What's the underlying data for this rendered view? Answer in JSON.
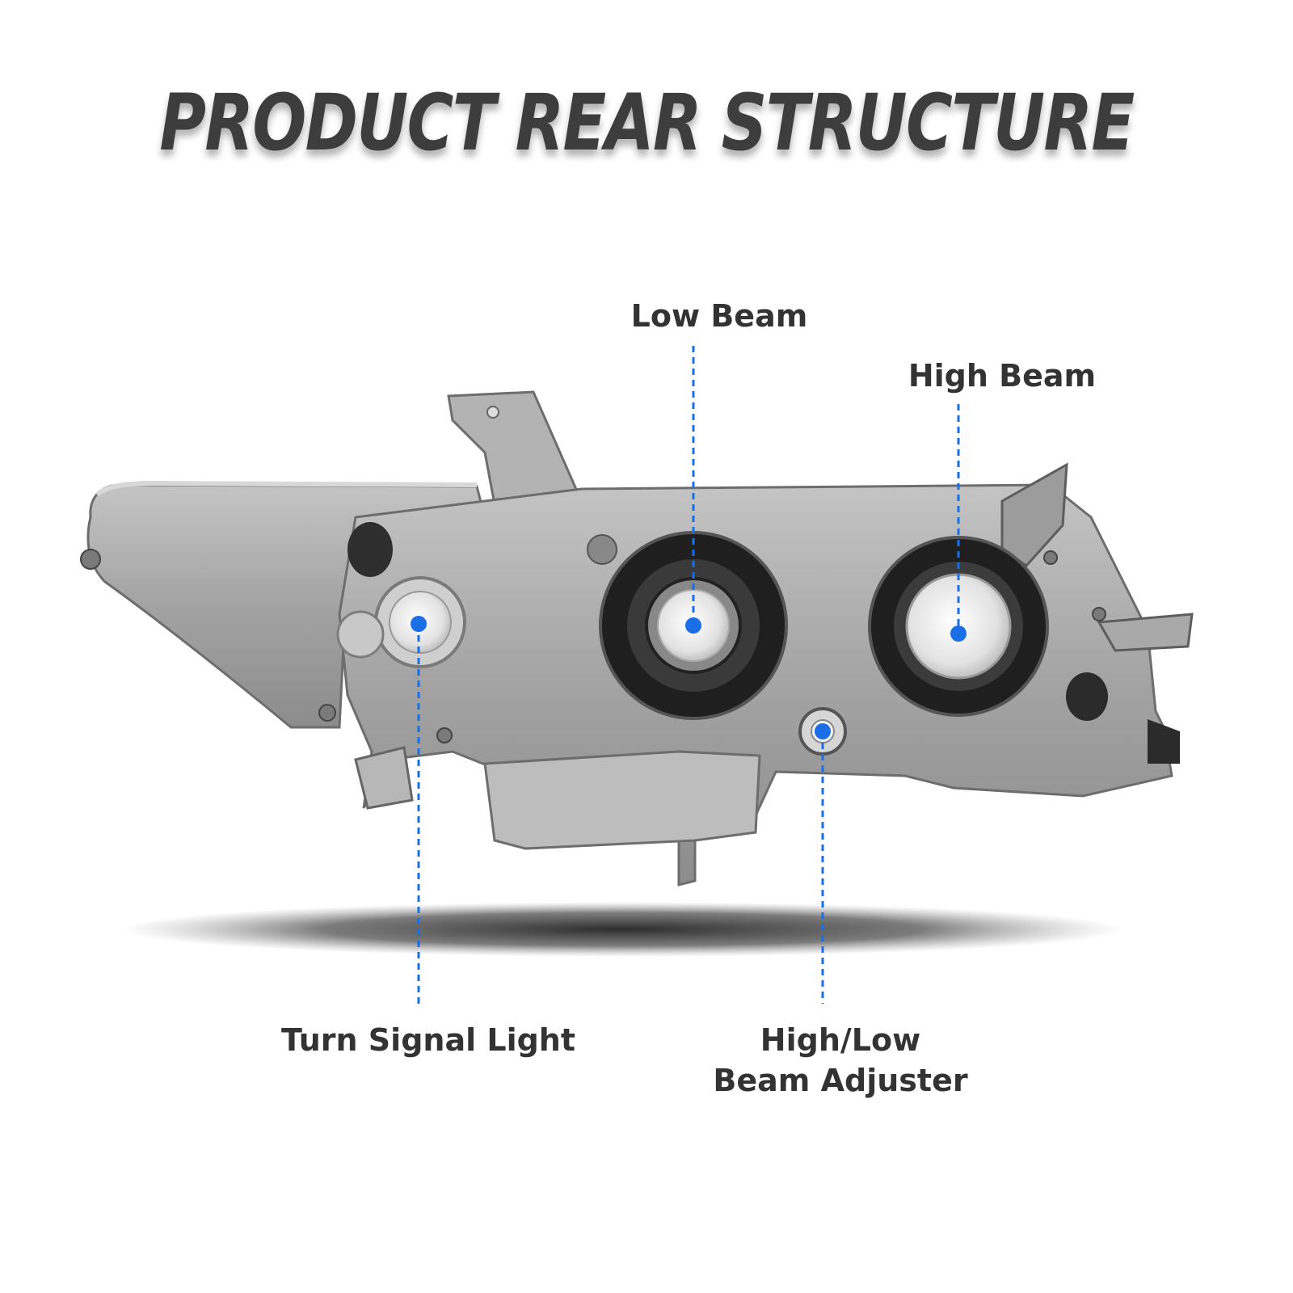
{
  "title": "PRODUCT REAR STRUCTURE",
  "callouts": {
    "low_beam": "Low Beam",
    "high_beam": "High Beam",
    "turn_signal": "Turn Signal Light",
    "adjuster_line1": "High/Low",
    "adjuster_line2": "Beam Adjuster"
  },
  "colors": {
    "accent": "#1a6fe6",
    "text": "#333333",
    "housing": "#9a9a9a"
  }
}
